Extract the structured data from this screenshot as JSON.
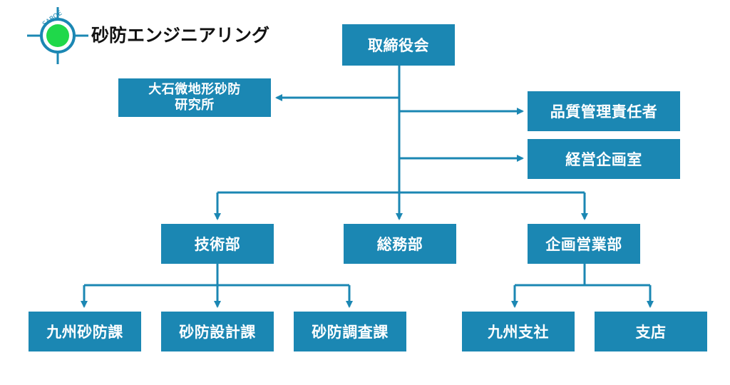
{
  "company": {
    "name": "砂防エンジニアリング",
    "logo_text": "SABOE"
  },
  "colors": {
    "box": "#1b87b3",
    "line": "#1b87b3",
    "logo_green": "#1fd84a"
  },
  "org": {
    "board": "取締役会",
    "lab_line1": "大石微地形砂防",
    "lab_line2": "研究所",
    "quality": "品質管理責任者",
    "planning_office": "経営企画室",
    "tech": "技術部",
    "general": "総務部",
    "sales": "企画営業部",
    "kyushu_sabo": "九州砂防課",
    "sabo_design": "砂防設計課",
    "sabo_survey": "砂防調査課",
    "kyushu_branch": "九州支社",
    "branch": "支店"
  }
}
